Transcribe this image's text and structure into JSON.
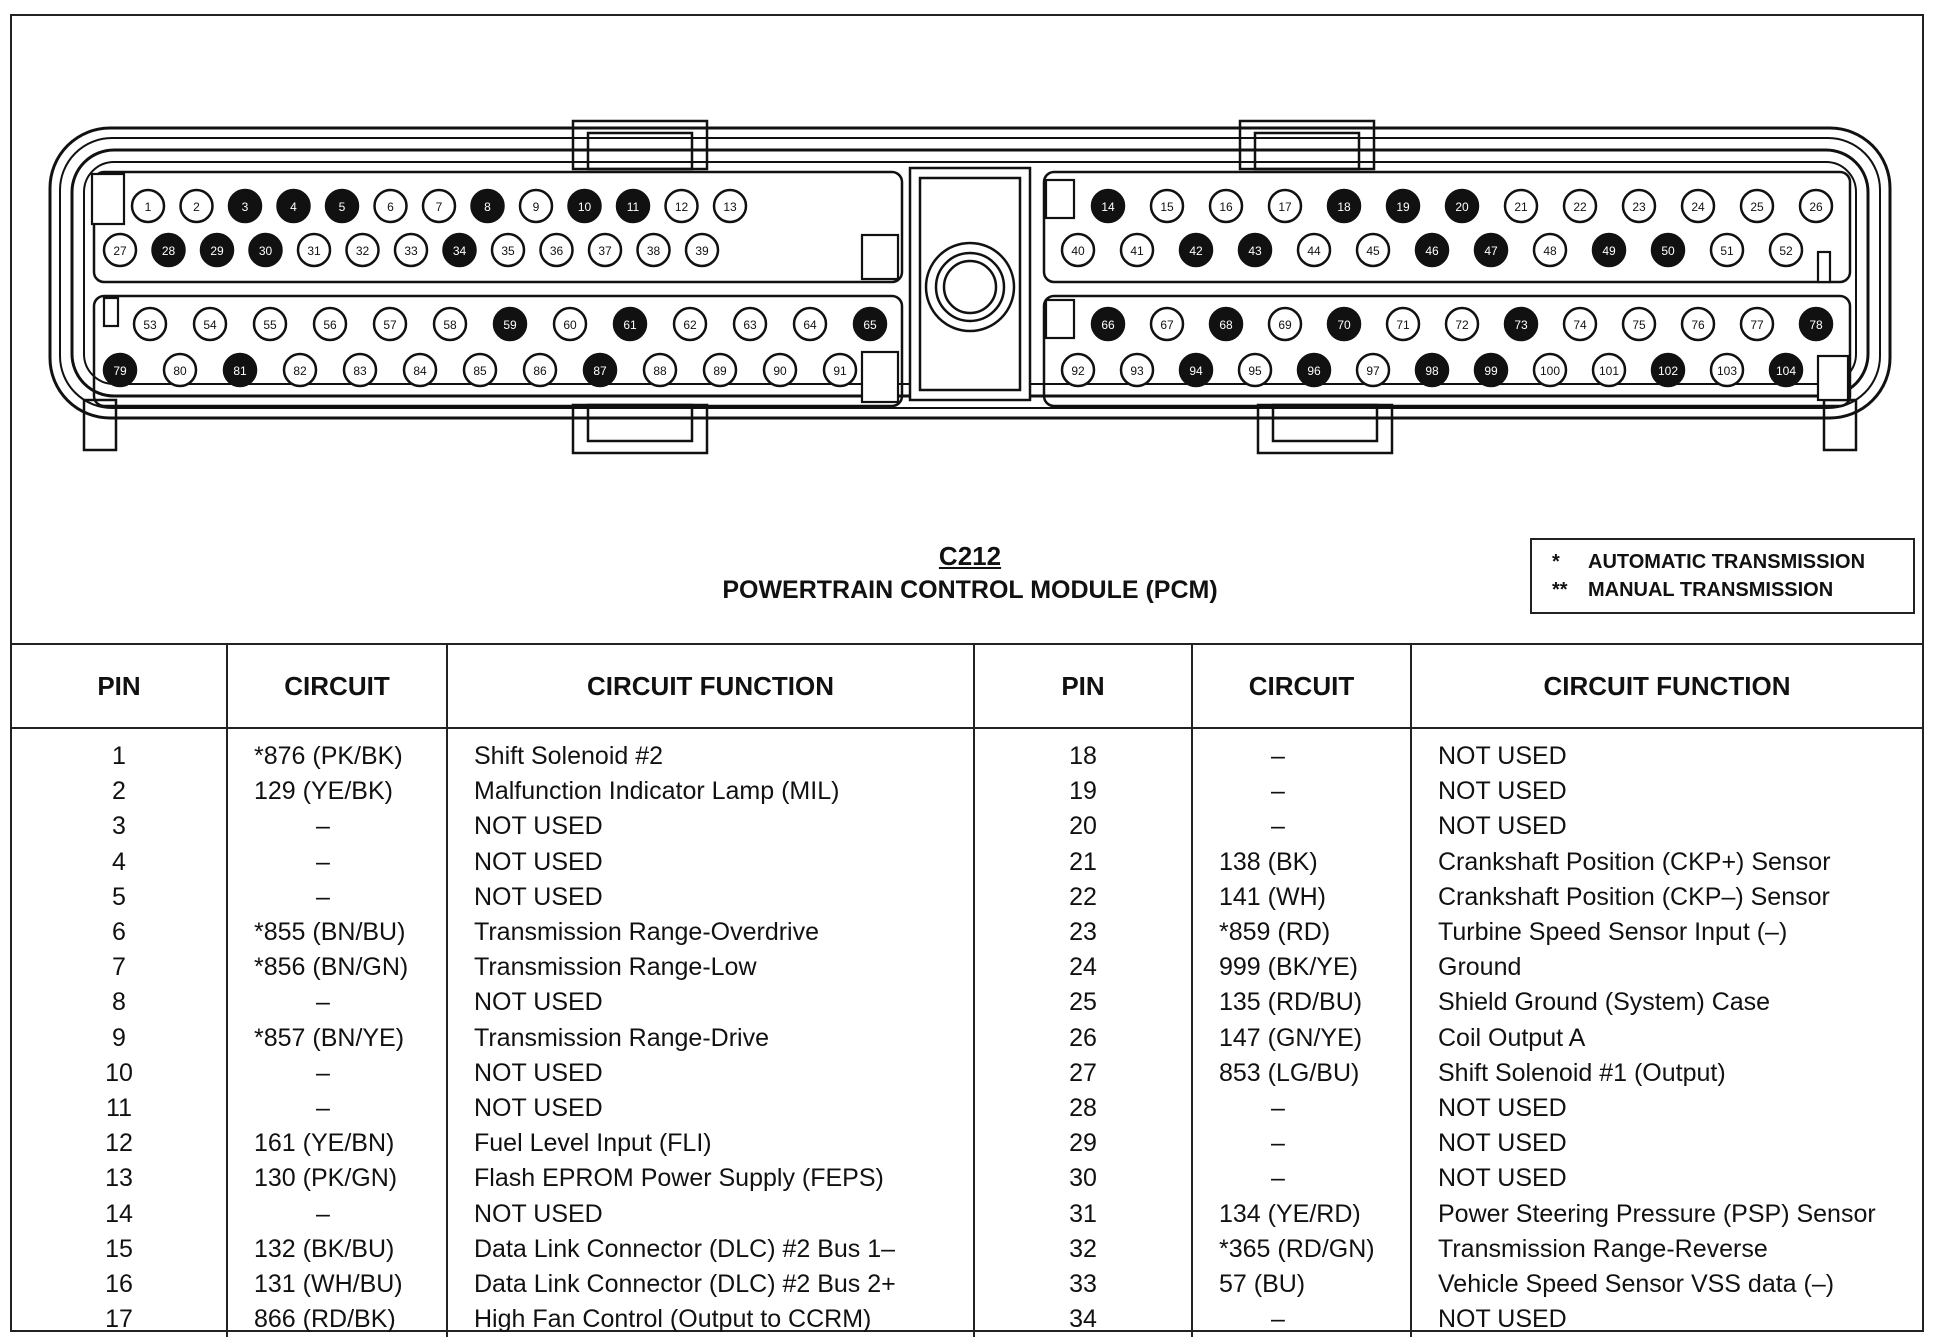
{
  "connector": {
    "id": "C212",
    "module_name": "POWERTRAIN CONTROL MODULE (PCM)",
    "filled_pins": [
      3,
      4,
      5,
      8,
      10,
      11,
      14,
      18,
      19,
      20,
      28,
      29,
      30,
      34,
      42,
      43,
      46,
      47,
      49,
      50,
      59,
      61,
      65,
      66,
      68,
      70,
      73,
      78,
      79,
      81,
      87,
      94,
      96,
      98,
      99,
      102,
      104
    ],
    "rows": {
      "top_left_1": [
        1,
        2,
        3,
        4,
        5,
        6,
        7,
        8,
        9,
        10,
        11,
        12,
        13
      ],
      "top_left_2": [
        27,
        28,
        29,
        30,
        31,
        32,
        33,
        34,
        35,
        36,
        37,
        38,
        39
      ],
      "top_right_1": [
        14,
        15,
        16,
        17,
        18,
        19,
        20,
        21,
        22,
        23,
        24,
        25,
        26
      ],
      "top_right_2": [
        40,
        41,
        42,
        43,
        44,
        45,
        46,
        47,
        48,
        49,
        50,
        51,
        52
      ],
      "bottom_left_1": [
        53,
        54,
        55,
        56,
        57,
        58,
        59,
        60,
        61,
        62,
        63,
        64,
        65
      ],
      "bottom_left_2": [
        79,
        80,
        81,
        82,
        83,
        84,
        85,
        86,
        87,
        88,
        89,
        90,
        91
      ],
      "bottom_right_1": [
        66,
        67,
        68,
        69,
        70,
        71,
        72,
        73,
        74,
        75,
        76,
        77,
        78
      ],
      "bottom_right_2": [
        92,
        93,
        94,
        95,
        96,
        97,
        98,
        99,
        100,
        101,
        102,
        103,
        104
      ]
    }
  },
  "legend": {
    "items": [
      {
        "symbol": "*",
        "label": "AUTOMATIC TRANSMISSION"
      },
      {
        "symbol": "**",
        "label": "MANUAL TRANSMISSION"
      }
    ]
  },
  "table": {
    "headers": [
      "PIN",
      "CIRCUIT",
      "CIRCUIT FUNCTION",
      "PIN",
      "CIRCUIT",
      "CIRCUIT FUNCTION"
    ],
    "left": [
      {
        "pin": "1",
        "circuit": "*876 (PK/BK)",
        "function": "Shift Solenoid #2"
      },
      {
        "pin": "2",
        "circuit": "129 (YE/BK)",
        "function": "Malfunction Indicator Lamp (MIL)"
      },
      {
        "pin": "3",
        "circuit": "–",
        "function": "NOT USED"
      },
      {
        "pin": "4",
        "circuit": "–",
        "function": "NOT USED"
      },
      {
        "pin": "5",
        "circuit": "–",
        "function": "NOT USED"
      },
      {
        "pin": "6",
        "circuit": "*855 (BN/BU)",
        "function": "Transmission Range-Overdrive"
      },
      {
        "pin": "7",
        "circuit": "*856 (BN/GN)",
        "function": "Transmission Range-Low"
      },
      {
        "pin": "8",
        "circuit": "–",
        "function": "NOT USED"
      },
      {
        "pin": "9",
        "circuit": "*857 (BN/YE)",
        "function": "Transmission Range-Drive"
      },
      {
        "pin": "10",
        "circuit": "–",
        "function": "NOT USED"
      },
      {
        "pin": "11",
        "circuit": "–",
        "function": "NOT USED"
      },
      {
        "pin": "12",
        "circuit": "161 (YE/BN)",
        "function": "Fuel Level Input (FLI)"
      },
      {
        "pin": "13",
        "circuit": "130 (PK/GN)",
        "function": "Flash EPROM Power Supply (FEPS)"
      },
      {
        "pin": "14",
        "circuit": "–",
        "function": "NOT USED"
      },
      {
        "pin": "15",
        "circuit": "132 (BK/BU)",
        "function": "Data Link Connector (DLC) #2 Bus 1–"
      },
      {
        "pin": "16",
        "circuit": "131 (WH/BU)",
        "function": "Data Link Connector (DLC) #2 Bus 2+"
      },
      {
        "pin": "17",
        "circuit": "866 (RD/BK)",
        "function": "High Fan Control (Output to CCRM)"
      }
    ],
    "right": [
      {
        "pin": "18",
        "circuit": "–",
        "function": "NOT USED"
      },
      {
        "pin": "19",
        "circuit": "–",
        "function": "NOT USED"
      },
      {
        "pin": "20",
        "circuit": "–",
        "function": "NOT USED"
      },
      {
        "pin": "21",
        "circuit": "138 (BK)",
        "function": "Crankshaft Position (CKP+) Sensor"
      },
      {
        "pin": "22",
        "circuit": "141 (WH)",
        "function": "Crankshaft Position (CKP–) Sensor"
      },
      {
        "pin": "23",
        "circuit": "*859 (RD)",
        "function": "Turbine Speed Sensor Input (–)"
      },
      {
        "pin": "24",
        "circuit": "999 (BK/YE)",
        "function": "Ground"
      },
      {
        "pin": "25",
        "circuit": "135 (RD/BU)",
        "function": "Shield Ground (System) Case"
      },
      {
        "pin": "26",
        "circuit": "147 (GN/YE)",
        "function": "Coil Output A"
      },
      {
        "pin": "27",
        "circuit": "853 (LG/BU)",
        "function": "Shift Solenoid #1 (Output)"
      },
      {
        "pin": "28",
        "circuit": "–",
        "function": "NOT USED"
      },
      {
        "pin": "29",
        "circuit": "–",
        "function": "NOT USED"
      },
      {
        "pin": "30",
        "circuit": "–",
        "function": "NOT USED"
      },
      {
        "pin": "31",
        "circuit": "134 (YE/RD)",
        "function": "Power Steering Pressure (PSP) Sensor"
      },
      {
        "pin": "32",
        "circuit": "*365 (RD/GN)",
        "function": "Transmission Range-Reverse"
      },
      {
        "pin": "33",
        "circuit": "57 (BU)",
        "function": "Vehicle Speed Sensor VSS data (–)"
      },
      {
        "pin": "34",
        "circuit": "–",
        "function": "NOT USED"
      }
    ]
  }
}
